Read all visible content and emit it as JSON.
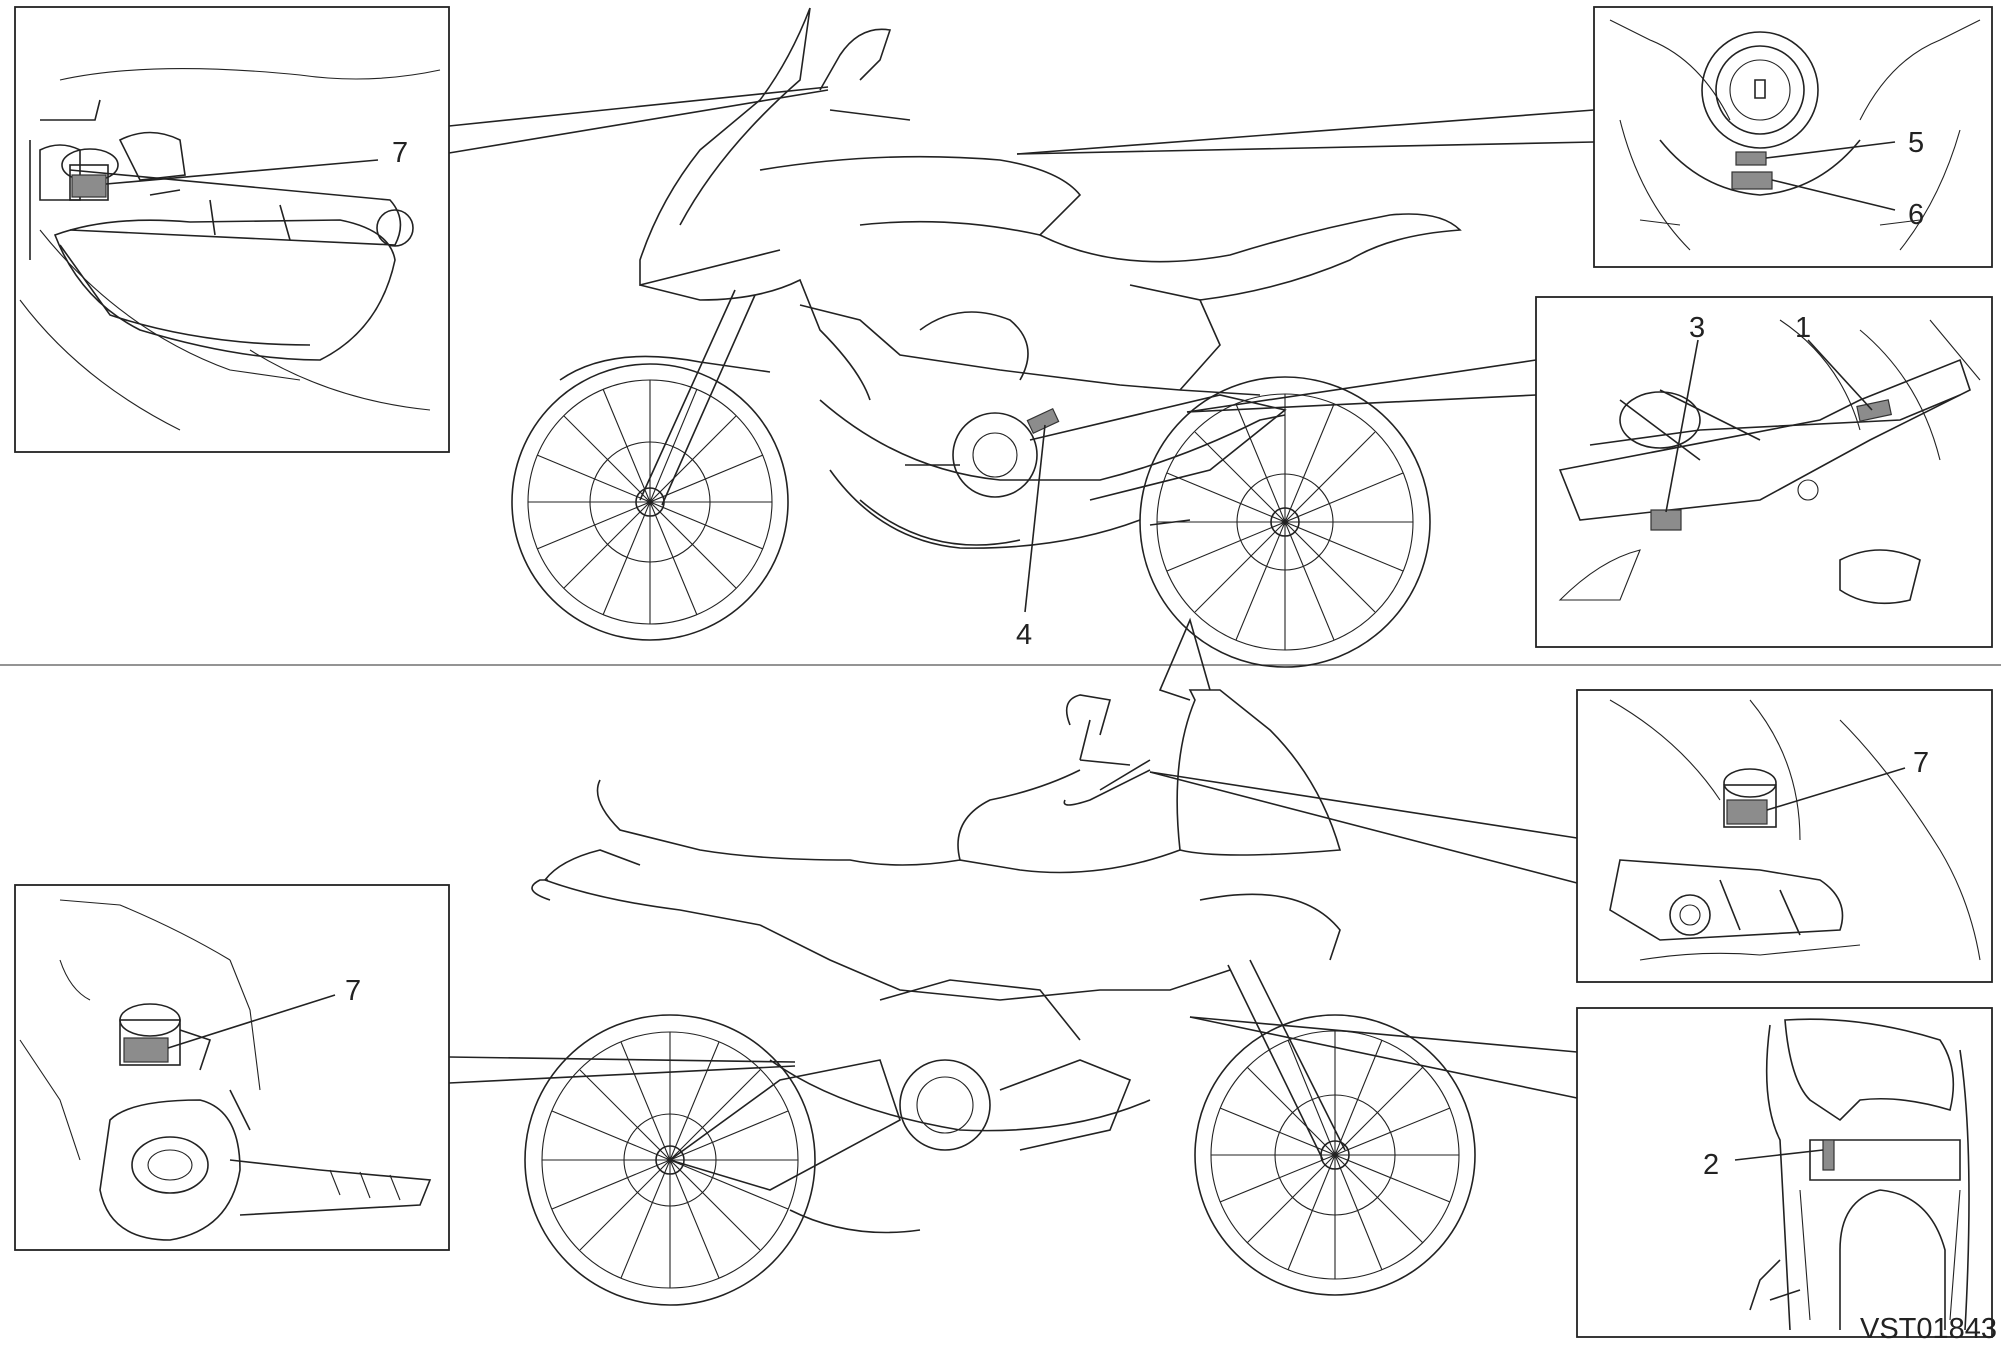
{
  "labels": {
    "n1": "1",
    "n2": "2",
    "n3": "3",
    "n4": "4",
    "n5": "5",
    "n6": "6",
    "n7_top": "7",
    "n7_rear": "7",
    "n7_front": "7"
  },
  "drawing_code": "VST01843",
  "colors": {
    "line": "#222222",
    "label_fill": "#8c8c8c",
    "background": "#ffffff"
  }
}
